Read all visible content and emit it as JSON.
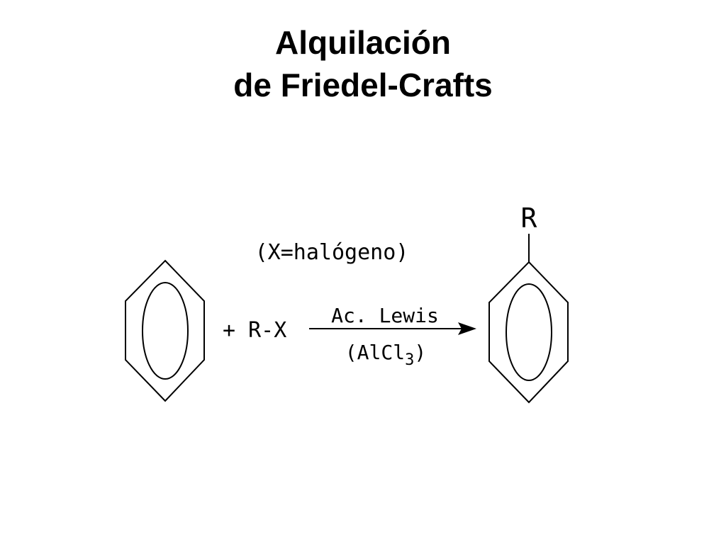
{
  "slide": {
    "title_line1": "Alquilación",
    "title_line2": "de Friedel-Crafts"
  },
  "reaction": {
    "condition_note": "(X=halógeno)",
    "reagent": "+ R-X",
    "catalyst_above": "Ac. Lewis",
    "catalyst_below_prefix": "(AlCl",
    "catalyst_below_subscript": "3",
    "catalyst_below_suffix": ")",
    "product_substituent": "R"
  }
}
